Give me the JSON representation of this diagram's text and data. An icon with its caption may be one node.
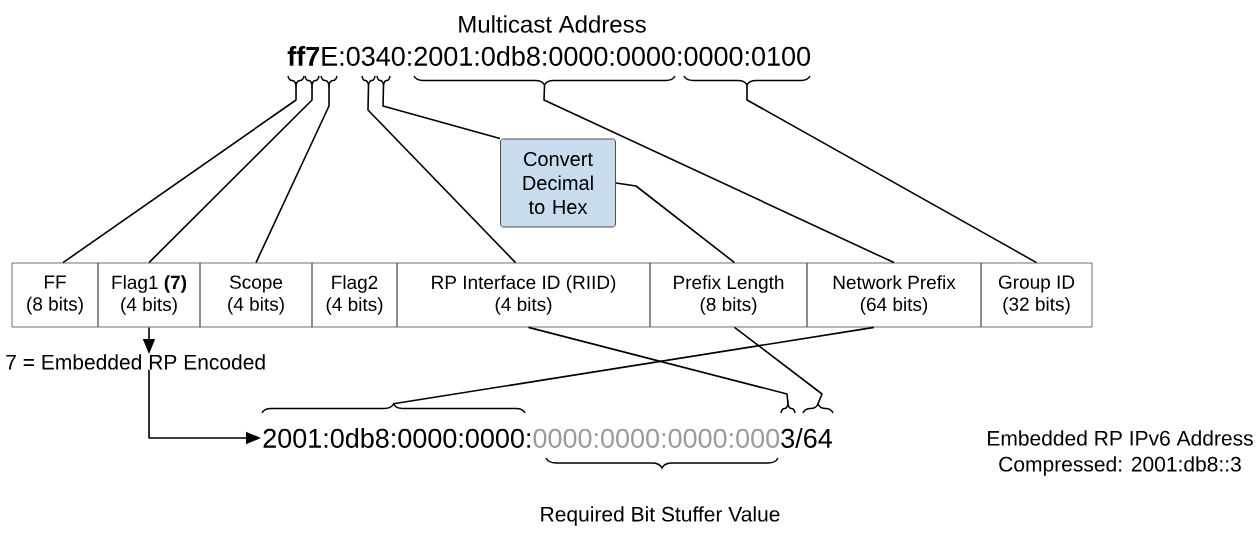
{
  "diagram": {
    "nodes": [
      {
        "text": [
          "Multicast Address",
          "**ff7**E:0340:2001:0db8:0000:0000:0000:0100"
        ]
      },
      {
        "text": [],
        "shape": "brace"
      },
      {
        "text": [],
        "shape": "brace"
      },
      {
        "text": [],
        "shape": "brace"
      },
      {
        "text": [],
        "shape": "brace"
      },
      {
        "text": [],
        "shape": "brace"
      },
      {
        "text": [],
        "shape": "brace"
      },
      {
        "text": [],
        "shape": "brace"
      },
      {
        "text": [
          "FF",
          "(8 bits)"
        ]
      },
      {
        "text": [
          "Flag1 **(7)**",
          "(4 bits)"
        ]
      },
      {
        "text": [
          "Scope",
          "(4 bits)"
        ]
      },
      {
        "text": [
          "Flag2",
          "(4 bits)"
        ]
      },
      {
        "text": [
          "RP Interface ID (RIID)",
          "(4 bits)"
        ]
      },
      {
        "text": [
          "Prefix Length",
          "(8 bits)"
        ]
      },
      {
        "text": [
          "Network Prefix",
          "(64 bits)"
        ]
      },
      {
        "text": [
          "Group ID",
          "(32 bits)"
        ]
      },
      {
        "text": [
          "Convert Decimal to Hex"
        ]
      },
      {
        "text": [
          "7 = Embedded RP Encoded"
        ]
      },
      {
        "text": [
          "2001:0db8:0000:0000:",
          "0000:0000:0000:000",
          "3/64"
        ]
      },
      {
        "text": [],
        "shape": "brace"
      },
      {
        "text": [],
        "shape": "brace"
      },
      {
        "text": [],
        "shape": "brace"
      }
    ],
    "edges": [
      {
        "from": 1,
        "to": 8,
        "arrow": "none"
      },
      {
        "from": 2,
        "to": 9,
        "arrow": "none"
      },
      {
        "from": 3,
        "to": 10,
        "arrow": "none"
      },
      {
        "from": 4,
        "to": 12,
        "arrow": "none"
      },
      {
        "from": 5,
        "to": 16,
        "arrow": "none"
      },
      {
        "from": 16,
        "to": 13,
        "arrow": "none"
      },
      {
        "from": 6,
        "to": 14,
        "arrow": "none"
      },
      {
        "from": 7,
        "to": 15,
        "arrow": "none"
      },
      {
        "from": 9,
        "to": 17,
        "arrow": "to"
      },
      {
        "from": 17,
        "to": 18,
        "arrow": "to"
      },
      {
        "from": 12,
        "to": 20,
        "arrow": "none"
      },
      {
        "from": 13,
        "to": 21,
        "arrow": "none"
      },
      {
        "from": 14,
        "to": 19,
        "arrow": "none"
      }
    ],
    "labels": [
      "Required Bit Stuffer Value",
      "Embedded RP IPv6 Address",
      "Compressed: 2001:db8::3"
    ]
  }
}
